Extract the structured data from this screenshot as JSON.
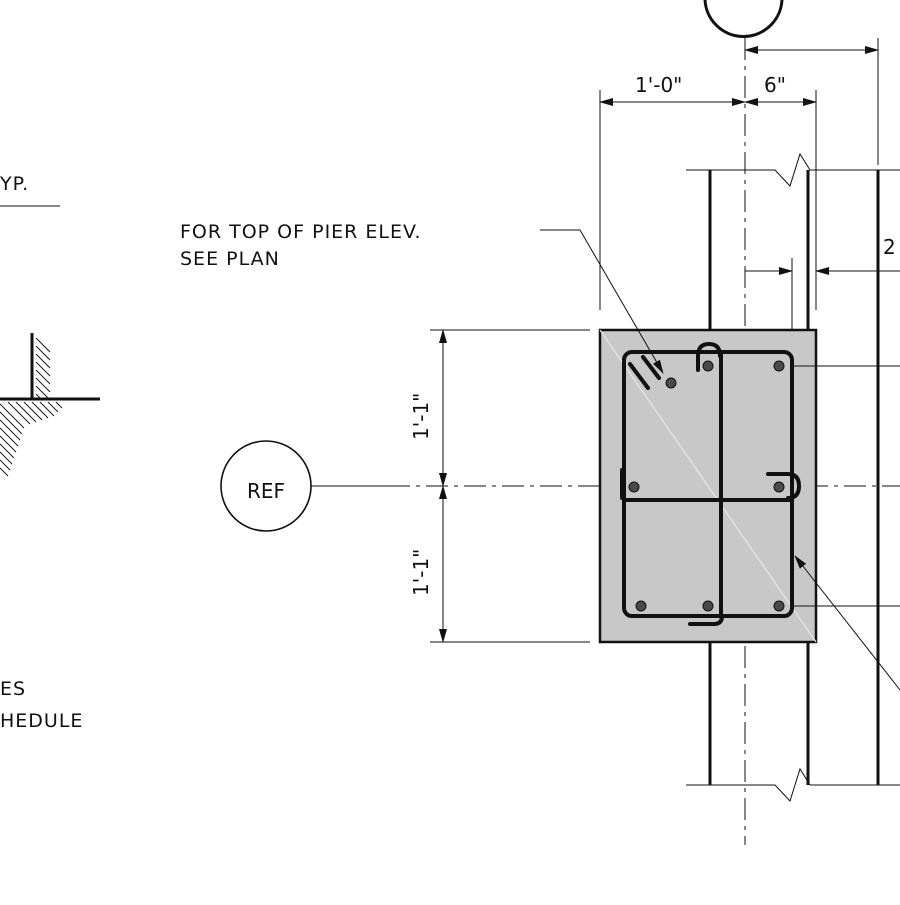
{
  "notes": {
    "typ": "YP.",
    "pier_elev_line1": "FOR TOP OF PIER ELEV.",
    "pier_elev_line2": "SEE PLAN",
    "schedule_line1": "ES",
    "schedule_line2": "HEDULE"
  },
  "dimensions": {
    "left_width": "1'-0\"",
    "right_width": "6\"",
    "offset": "2",
    "upper_height": "1'-1\"",
    "lower_height": "1'-1\""
  },
  "reference_tag": "REF",
  "colors": {
    "pier_fill": "#c8c8c8",
    "line": "#111111"
  }
}
